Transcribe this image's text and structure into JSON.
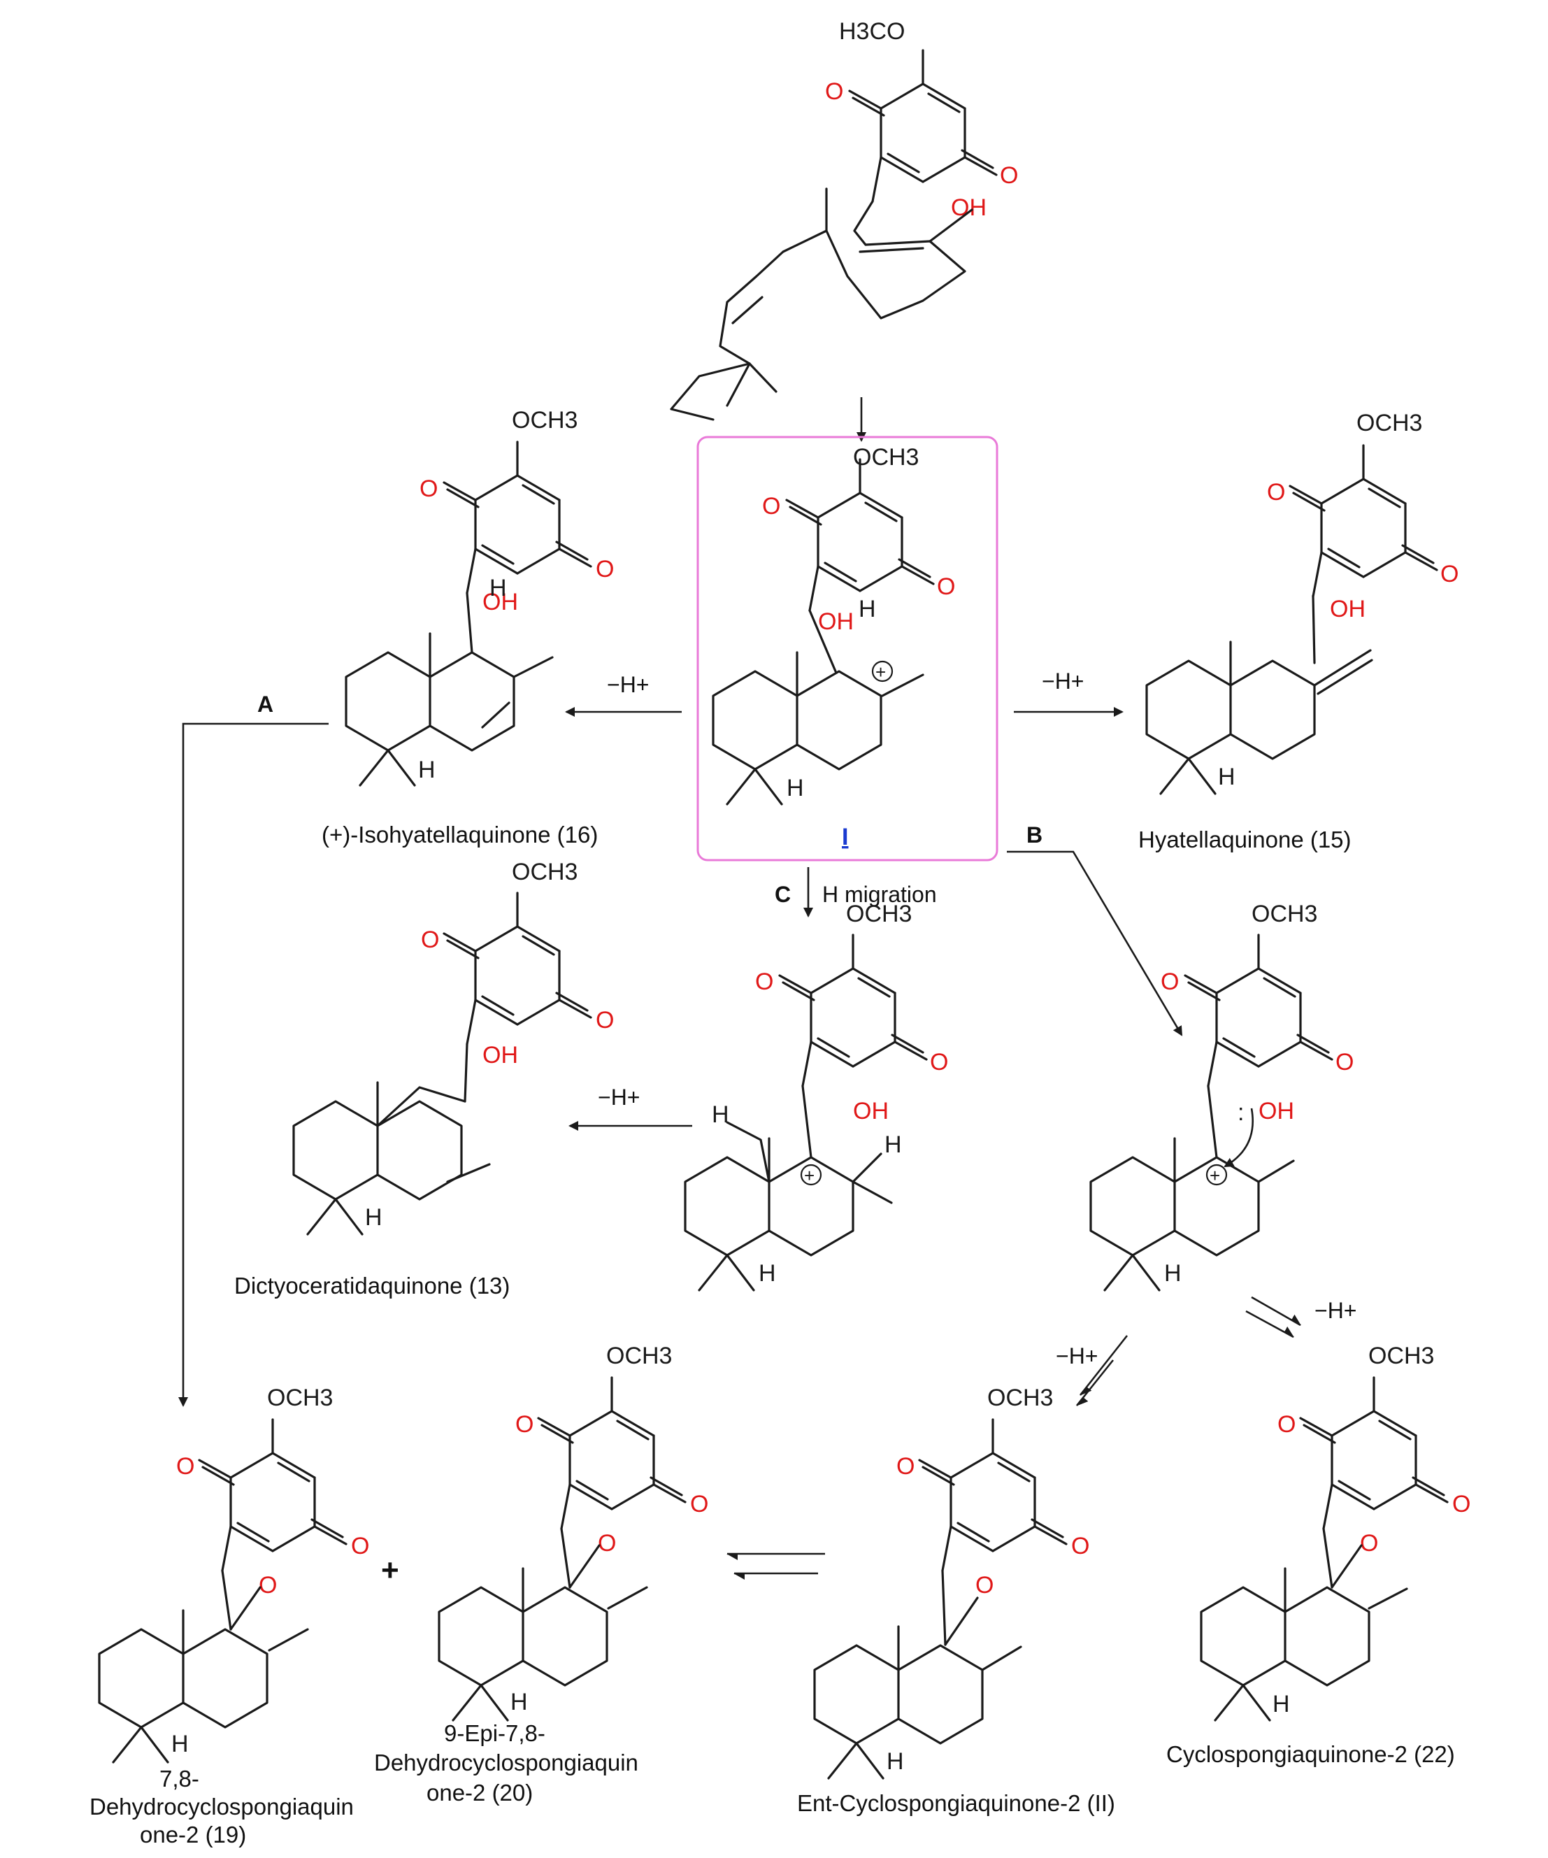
{
  "title": "",
  "labels": {
    "compound_16": "(+)-Isohyatellaquinone (16)",
    "compound_15": "Hyatellaquinone (15)",
    "compound_13": "Dictyoceratidaquinone (13)",
    "compound_19_l1": "7,8-",
    "compound_19_l2": "Dehydrocyclospongiaquin",
    "compound_19_l3": "one-2 (19)",
    "compound_20_l1": "9-Epi-7,8-",
    "compound_20_l2": "Dehydrocyclospongiaquin",
    "compound_20_l3": "one-2 (20)",
    "compound_II": "Ent-Cyclospongiaquinone-2 (II)",
    "compound_22": "Cyclospongiaquinone-2 (22)",
    "intermediate_I": "I"
  },
  "arrows": {
    "to_16": "−H+",
    "to_15": "−H+",
    "to_13": "−H+",
    "to_22": "−H+",
    "to_II": "−H+",
    "migration": "H migration",
    "path_A": "A",
    "path_B": "B",
    "path_C": "C",
    "plus": "+"
  },
  "atoms": {
    "methoxy": "OCH3",
    "methoxy_top": "H3CO",
    "oxygen": "O",
    "hydroxyl": "OH",
    "hydrogen": "H",
    "cation": "+",
    "lone_pair": ":"
  },
  "colors": {
    "heteroatom": "#e01818",
    "bond": "#1a1a1a",
    "highlight_box": "#e97ad8",
    "intermediate_label": "#1a3ad0"
  }
}
